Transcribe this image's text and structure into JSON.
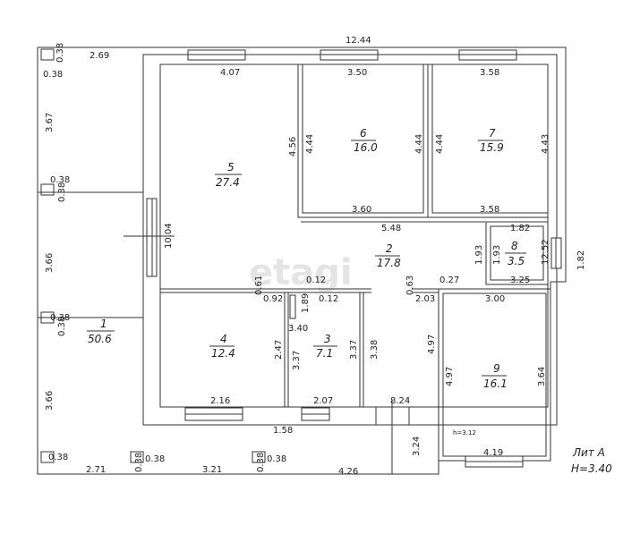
{
  "plan": {
    "watermark": "etagi",
    "lit": "Лит А",
    "height": "H=3.40",
    "small_height": "h=3.12",
    "rooms": [
      {
        "num": "1",
        "area": "50.6"
      },
      {
        "num": "2",
        "area": "17.8"
      },
      {
        "num": "3",
        "area": "7.1"
      },
      {
        "num": "4",
        "area": "12.4"
      },
      {
        "num": "5",
        "area": "27.4"
      },
      {
        "num": "6",
        "area": "16.0"
      },
      {
        "num": "7",
        "area": "15.9"
      },
      {
        "num": "8",
        "area": "3.5"
      },
      {
        "num": "9",
        "area": "16.1"
      }
    ],
    "dims": [
      "12.44",
      "2.69",
      "0.38",
      "0.38",
      "3.67",
      "0.38",
      "0.38",
      "3.66",
      "0.38",
      "0.38",
      "3.66",
      "0.38",
      "2.71",
      "0.38",
      "0.38",
      "3.21",
      "0.38",
      "0.38",
      "4.26",
      "4.07",
      "3.50",
      "3.58",
      "4.56",
      "4.44",
      "4.44",
      "4.44",
      "4.43",
      "3.60",
      "3.58",
      "5.48",
      "10.04",
      "1.82",
      "1.93",
      "1.93",
      "12.52",
      "1.82",
      "3.25",
      "3.00",
      "0.12",
      "0.61",
      "0.92",
      "1.89",
      "0.12",
      "0.63",
      "2.03",
      "0.27",
      "3.40",
      "2.47",
      "3.37",
      "3.37",
      "3.38",
      "4.97",
      "4.97",
      "3.64",
      "2.16",
      "2.07",
      "8.24",
      "1.58",
      "3.24",
      "4.19"
    ]
  }
}
